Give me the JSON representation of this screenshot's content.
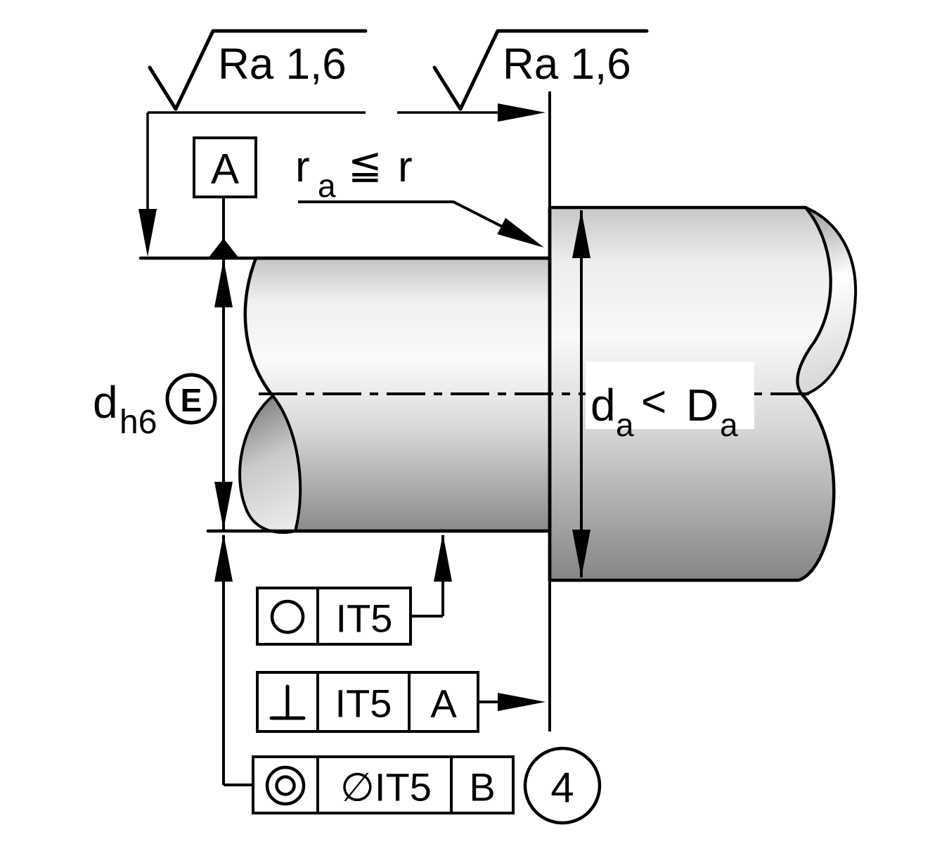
{
  "surface": {
    "left": "Ra 1,6",
    "right": "Ra 1,6"
  },
  "datum": {
    "label": "A"
  },
  "fillet_note": {
    "base": "r",
    "sub": "a",
    "op": "≦",
    "ref": "r"
  },
  "shaft_dim": {
    "base": "d",
    "sub": "h6",
    "envelope": "E"
  },
  "shoulder_dim": {
    "base": "d",
    "sub": "a",
    "op": "<",
    "ref_base": "D",
    "ref_sub": "a"
  },
  "frames": {
    "roundness": {
      "tolerance": "IT5"
    },
    "perpendicularity": {
      "tolerance": "IT5",
      "datum": "A"
    },
    "concentricity": {
      "tolerance": "∅IT5",
      "datum": "B"
    }
  },
  "balloon": {
    "label": "4"
  },
  "colors": {
    "line": "#000000",
    "shaft_light": "#f8f8f8",
    "shaft_dark": "#8a8a8a"
  }
}
